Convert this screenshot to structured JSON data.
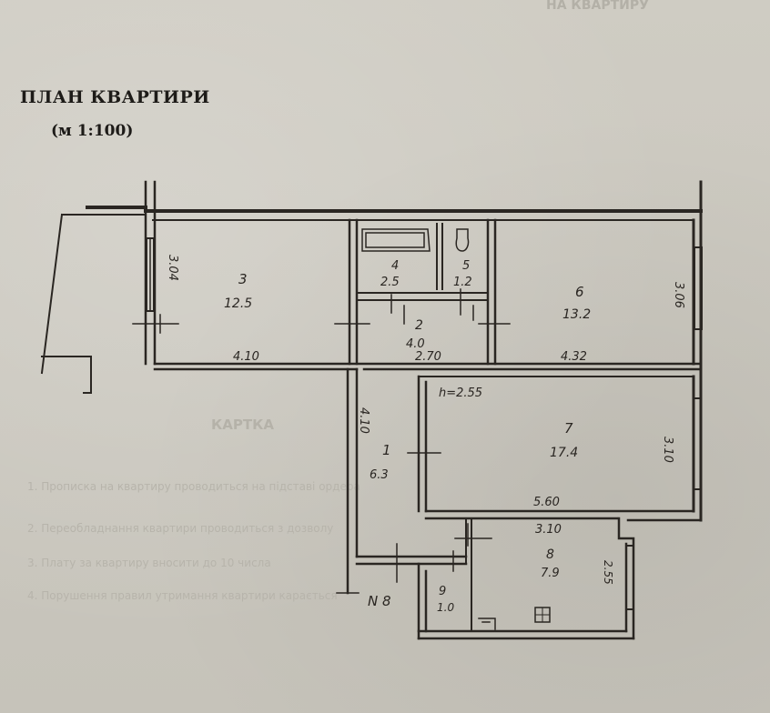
{
  "title": "ПЛАН КВАРТИРИ",
  "scale": "(м 1:100)",
  "background_text": {
    "top_header": "НА КВАРТИРУ",
    "section_heading": "КАРТКА",
    "line_1": "1. Прописка на квартиру проводиться на підставі ордера",
    "line_2": "2. Переобладнання квартири проводиться з дозволу",
    "line_3": "3. Плату за квартиру вносити до 10 числа",
    "line_4": "4. Порушення правил утримання квартири карається"
  },
  "rooms": [
    {
      "number": "1",
      "area": "6.3"
    },
    {
      "number": "2",
      "area": "4.0"
    },
    {
      "number": "3",
      "area": "12.5"
    },
    {
      "number": "4",
      "area": "2.5"
    },
    {
      "number": "5",
      "area": "1.2"
    },
    {
      "number": "6",
      "area": "13.2"
    },
    {
      "number": "7",
      "area": "17.4"
    },
    {
      "number": "8",
      "area": "7.9"
    },
    {
      "number": "9",
      "area": "1.0"
    }
  ],
  "dimensions": {
    "room3_height": "3.04",
    "room3_width": "4.10",
    "room2_width": "2.70",
    "room6_width": "4.32",
    "room6_height": "3.06",
    "ceiling_height": "h=2.55",
    "room1_height": "4.10",
    "room7_height": "3.10",
    "room7_width": "5.60",
    "room8_width": "3.10",
    "room8_height": "2.55"
  },
  "apartment_number": "N 8",
  "colors": {
    "ink": "#2a2622",
    "paper": "#c9c6bd"
  }
}
